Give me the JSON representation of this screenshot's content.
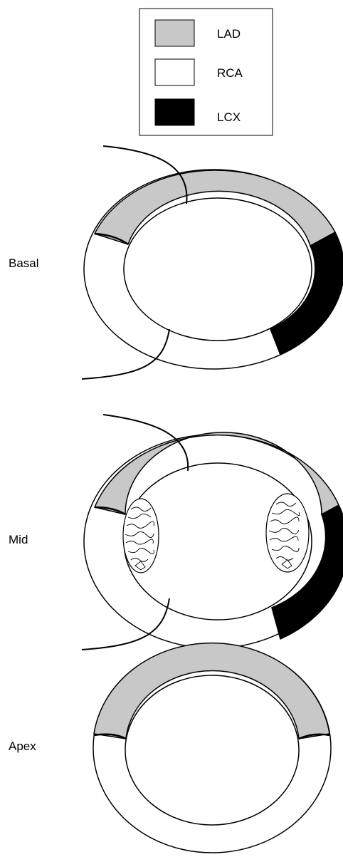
{
  "legend": {
    "items": [
      {
        "label": "LAD",
        "color": "#c8c8c8"
      },
      {
        "label": "RCA",
        "color": "#ffffff"
      },
      {
        "label": "LCX",
        "color": "#000000"
      }
    ]
  },
  "sections": [
    {
      "label": "Basal"
    },
    {
      "label": "Mid"
    },
    {
      "label": "Apex"
    }
  ]
}
